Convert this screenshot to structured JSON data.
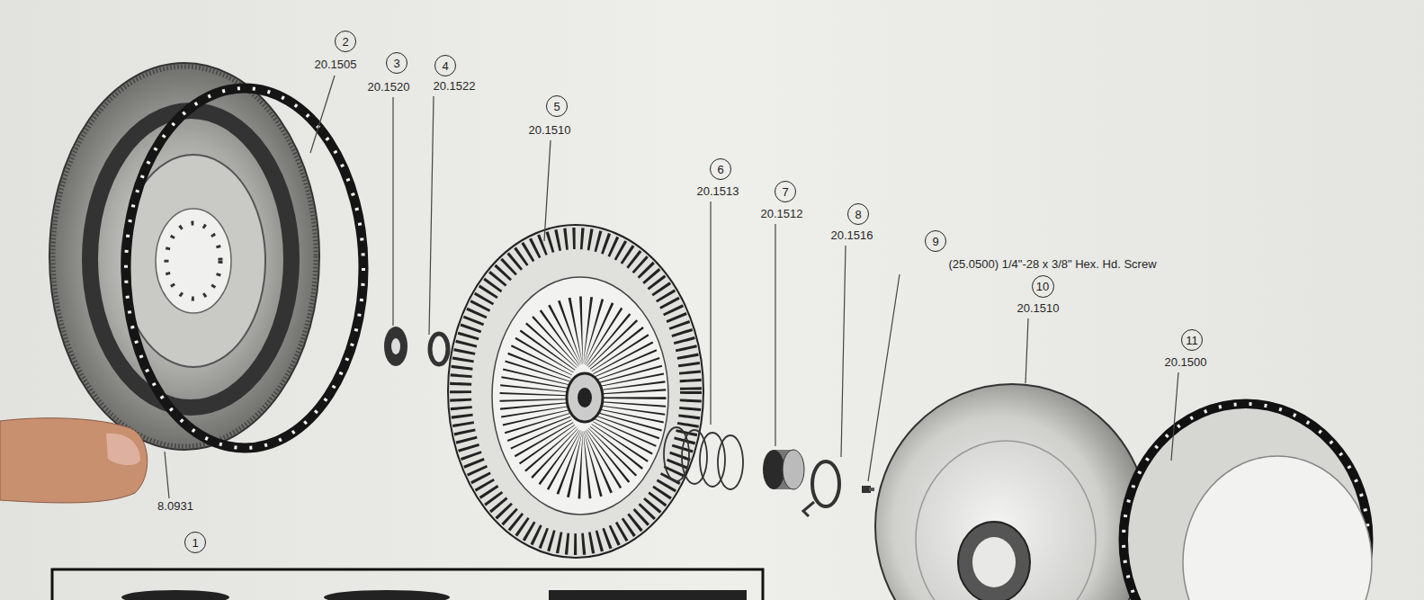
{
  "diagram": {
    "nodes": [
      {
        "text": [
          "2"
        ]
      },
      {
        "text": [
          "3"
        ]
      },
      {
        "text": [
          "4"
        ]
      },
      {
        "text": [
          "5"
        ]
      },
      {
        "text": [
          "6"
        ]
      },
      {
        "text": [
          "7"
        ]
      },
      {
        "text": [
          "8"
        ]
      },
      {
        "text": [
          "9"
        ]
      },
      {
        "text": [
          "10"
        ]
      },
      {
        "text": [
          "11"
        ]
      },
      {
        "text": [
          "1"
        ]
      }
    ],
    "labels": [
      "20.1505",
      "20.1520",
      "20.1522",
      "20.1510",
      "20.1513",
      "20.1512",
      "20.1516",
      "(25.0500) 1/4\"-28 x 3/8\" Hex. Hd. Screw",
      "20.1510",
      "20.1500",
      "8.0931"
    ]
  }
}
